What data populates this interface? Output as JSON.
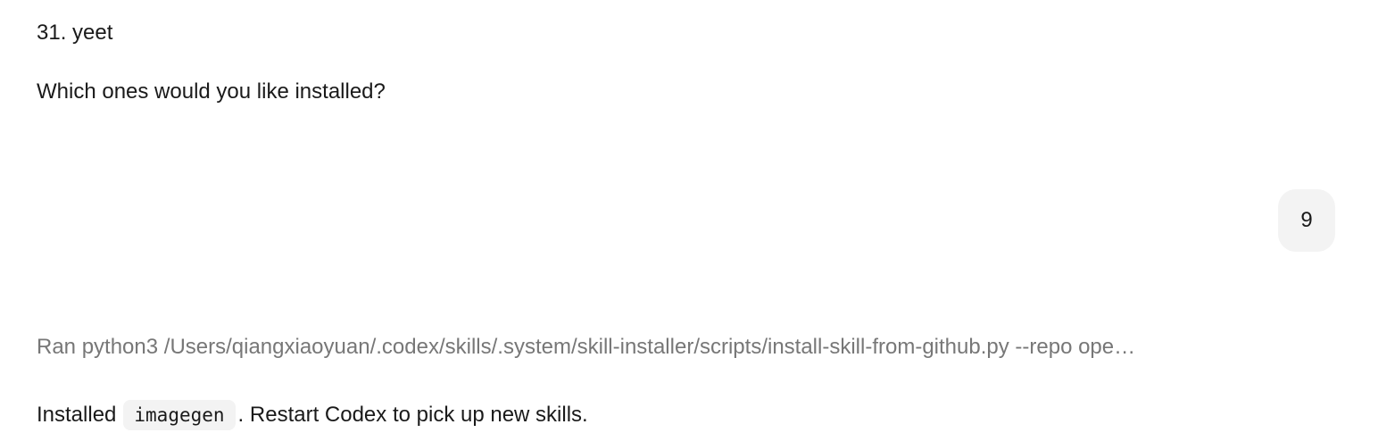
{
  "chat": {
    "list_item": "31. yeet",
    "question": "Which ones would you like installed?",
    "user_reply": "9",
    "ran_command": "Ran python3 /Users/qiangxiaoyuan/.codex/skills/.system/skill-installer/scripts/install-skill-from-github.py --repo ope…",
    "installed": {
      "prefix": "Installed",
      "code": "imagegen",
      "suffix": ". Restart Codex to pick up new skills."
    }
  },
  "colors": {
    "text": "#1a1a1a",
    "muted_text": "#777777",
    "bubble_bg": "#f3f3f3"
  }
}
